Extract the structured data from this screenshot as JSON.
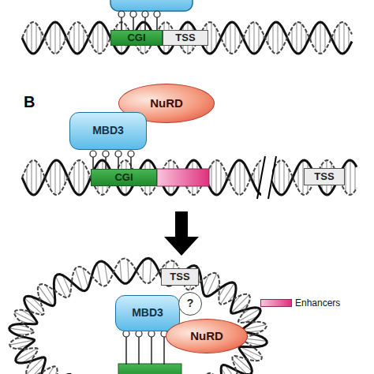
{
  "diagram": {
    "nodes": [
      {
        "text": [
          "CGI"
        ]
      },
      {
        "text": [
          "TSS"
        ]
      },
      {
        "text": [
          "NuRD"
        ]
      },
      {
        "text": [
          "MBD3"
        ]
      },
      {
        "text": [
          "CGI"
        ]
      },
      {
        "text": [
          "TSS"
        ]
      },
      {
        "text": [
          "TSS"
        ]
      },
      {
        "text": [
          "MBD3"
        ]
      },
      {
        "text": [
          "?"
        ]
      },
      {
        "text": [
          "NuRD"
        ]
      }
    ],
    "labels": [
      "B"
    ],
    "legend": [
      {
        "text": "Enhancers",
        "color": "#e0307e"
      }
    ]
  }
}
